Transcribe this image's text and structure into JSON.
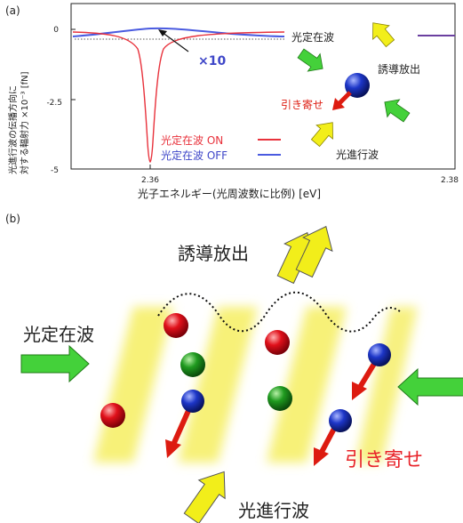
{
  "panel_a": {
    "label": "(a)",
    "ylabel_line1": "光進行波の伝播方向に",
    "ylabel_line2": "対する輻射力 ×10⁻³ [fN]",
    "xlabel": "光子エネルギー(光周波数に比例) [eV]",
    "x_ticks": [
      "2.36",
      "2.38"
    ],
    "y_ticks": [
      "0",
      "-2.5",
      "-5"
    ],
    "zoom_label": "×10",
    "legend": [
      {
        "label": "光定在波 ON",
        "color": "#e8323c"
      },
      {
        "label": "光定在波 OFF",
        "color": "#4a5be0"
      }
    ],
    "inset": {
      "standing_wave": "光定在波",
      "stimulated_emission": "誘導放出",
      "attraction": "引き寄せ",
      "traveling_wave": "光進行波"
    }
  },
  "panel_b": {
    "label": "(b)",
    "stimulated_emission": "誘導放出",
    "standing_wave": "光定在波",
    "attraction": "引き寄せ",
    "traveling_wave": "光進行波"
  },
  "colors": {
    "on_curve": "#e8323c",
    "off_curve": "#4a5be0",
    "arrow_green": "#44d13a",
    "arrow_yellow": "#f2ee1a",
    "arrow_red": "#dd1b10",
    "sphere_red": "#e0101a",
    "sphere_green": "#1f9a1f",
    "sphere_blue": "#1d36c8",
    "band_yellow": "#f6ef6a"
  }
}
